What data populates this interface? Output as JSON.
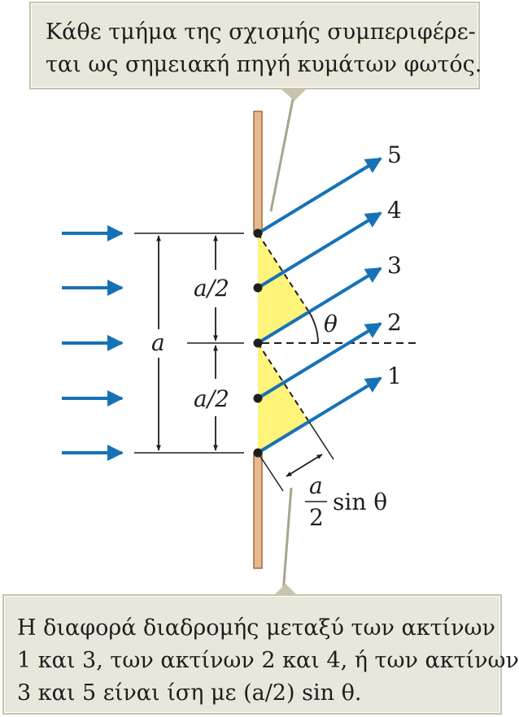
{
  "callouts": {
    "top": {
      "line1": "Κάθε τμήμα της σχισμής συμπεριφέρε-",
      "line2": "ται ως σημειακή πηγή κυμάτων φωτός."
    },
    "bottom": {
      "line1": "Η διαφορά διαδρομής μεταξύ των ακτίνων",
      "line2": "1 και 3, των ακτίνων 2 και 4, ή των ακτίνων",
      "line3": "3 και 5 είναι ίση με (a/2) sin θ."
    }
  },
  "diagram": {
    "ray_labels": [
      "5",
      "4",
      "3",
      "2",
      "1"
    ],
    "width_label": "a",
    "half_width_label": "a/2",
    "half_width_label_lower": "a/2",
    "angle_label": "θ",
    "path_diff_numerator": "a",
    "path_diff_denominator": "2",
    "path_diff_func": "sin θ"
  },
  "colors": {
    "arrow_blue": "#1672b6",
    "slit_wall": "#e8b98e",
    "yellow_fill": "#fff47a",
    "callout_bg": "#e9e7dc",
    "callout_border": "#c7c3ad",
    "pointer_line": "#a8a58a"
  }
}
